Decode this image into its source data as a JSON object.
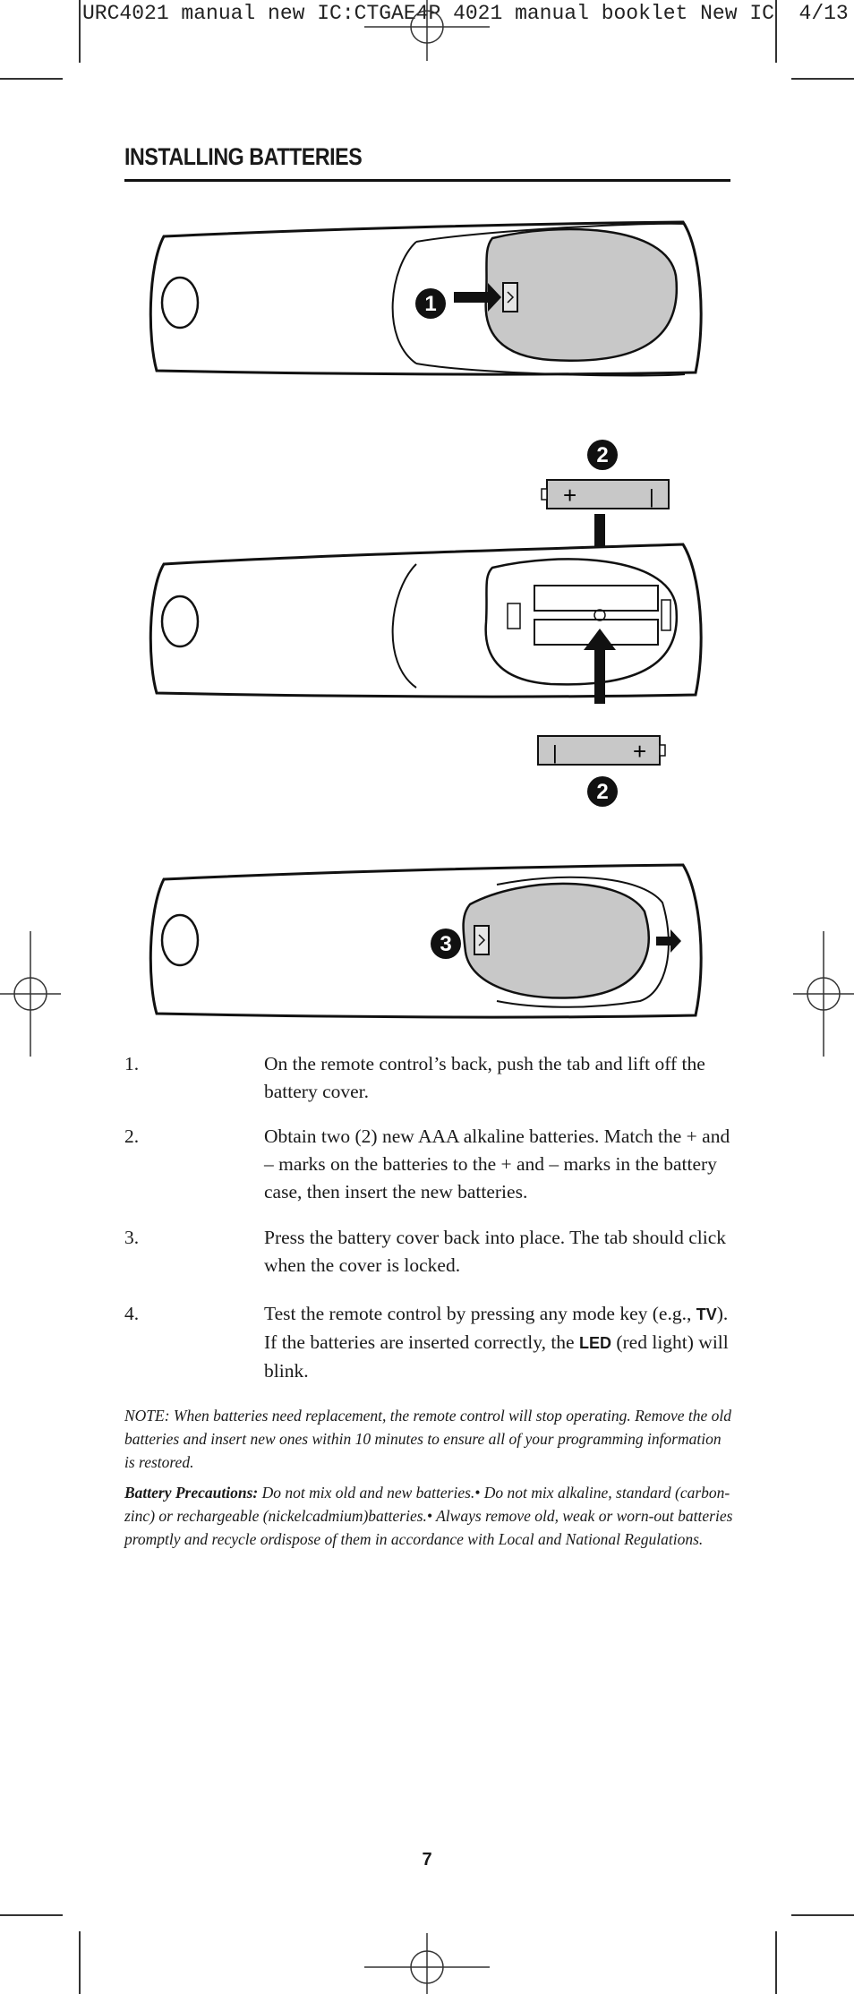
{
  "print_header": "URC4021 manual new IC:CTGAE4P 4021 manual booklet New IC  4/13",
  "section_title": "INSTALLING BATTERIES",
  "figure": {
    "step1_badge": "1",
    "step2_badge": "2",
    "step3_badge": "3",
    "plus_sign": "+",
    "minus_sign": "|"
  },
  "steps": [
    {
      "number": "1.",
      "text": "On the remote control’s back, push the tab and lift off the battery cover."
    },
    {
      "number": "2.",
      "text": "Obtain two (2) new AAA alkaline batteries. Match the + and – marks on the batteries to the + and – marks in the battery case, then insert the new batteries."
    },
    {
      "number": "3.",
      "text": "Press the battery cover back into place. The tab should click when the cover is locked."
    },
    {
      "number": "4.",
      "text_before_tv": "Test the remote control by pressing any mode key (e.g., ",
      "tv_key": "TV",
      "text_middle": "). If the batteries are inserted correctly, the ",
      "led_label": "LED",
      "text_after": " (red light) will blink."
    }
  ],
  "note": "NOTE: When batteries need replacement, the remote control will stop operating. Remove the old batteries and insert new ones within 10 minutes to ensure all of your programming information is restored.",
  "precautions": {
    "label": "Battery Precautions:",
    "text": " Do not mix old and new batteries.• Do not mix alkaline, standard (carbon-zinc) or rechargeable (nickelcadmium)batteries.• Always remove old, weak or worn-out batteries promptly and recycle ordispose of them in accordance with Local and National Regulations."
  },
  "page_number": "7"
}
